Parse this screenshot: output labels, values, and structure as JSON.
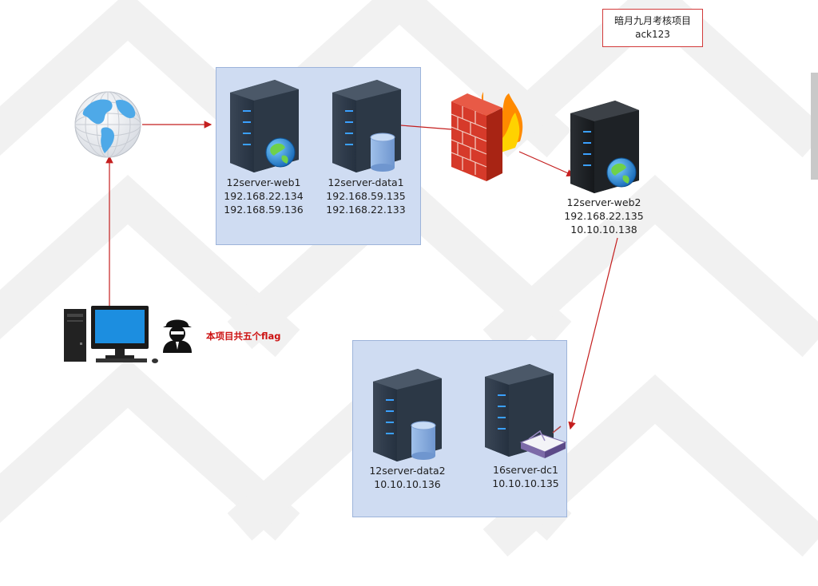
{
  "note": {
    "line1": "暗月九月考核项目",
    "line2": "ack123"
  },
  "flag_note": "本项目共五个flag",
  "nodes": {
    "web1": {
      "name": "12server-web1",
      "ip1": "192.168.22.134",
      "ip2": "192.168.59.136"
    },
    "data1": {
      "name": "12server-data1",
      "ip1": "192.168.59.135",
      "ip2": "192.168.22.133"
    },
    "web2": {
      "name": "12server-web2",
      "ip1": "192.168.22.135",
      "ip2": "10.10.10.138"
    },
    "data2": {
      "name": "12server-data2",
      "ip1": "10.10.10.136"
    },
    "dc1": {
      "name": "16server-dc1",
      "ip1": "10.10.10.135"
    }
  },
  "colors": {
    "arrow": "#c41e1e",
    "zone_fill": "#cfdcf2",
    "server_dark": "#2e3a48",
    "server_light": "#3e4b5c",
    "accent_led": "#3aa0ff"
  },
  "icons": [
    "globe-icon",
    "firewall-icon",
    "server-icon",
    "database-icon",
    "book-icon",
    "desktop-computer-icon",
    "hacker-icon"
  ]
}
